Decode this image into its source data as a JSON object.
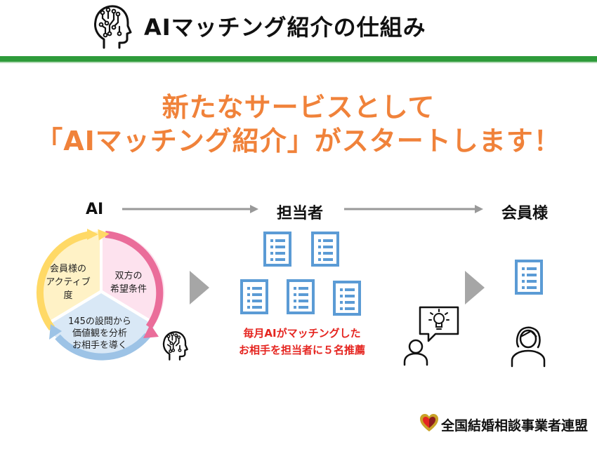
{
  "header": {
    "title": "AIマッチング紹介の仕組み",
    "brain_icon": "brain-circuit-icon"
  },
  "headline": {
    "line1": "新たなサービスとして",
    "line2": "「AIマッチング紹介」がスタートします！"
  },
  "flow": {
    "ai_label": "AI",
    "staff_label": "担当者",
    "member_label": "会員様"
  },
  "cycle": {
    "activity_line1": "会員様の",
    "activity_line2": "アクティブ",
    "activity_line3": "度",
    "conditions_line1": "双方の",
    "conditions_line2": "希望条件",
    "analysis_line1": "145の設問から",
    "analysis_line2": "価値観を分析",
    "analysis_line3": "お相手を導く"
  },
  "recommend": {
    "line1": "毎月AIがマッチングした",
    "line2": "お相手を担当者に５名推薦"
  },
  "footer": {
    "org_name": "全国結婚相談事業者連盟"
  },
  "colors": {
    "accent_orange": "#f0823a",
    "header_green": "#2e9b3a",
    "doc_blue": "#5b9bd5",
    "recommend_red": "#e52520",
    "cycle_yellow": "#ffd966",
    "cycle_pink": "#ea6d9a",
    "cycle_blue": "#9dc3e6"
  }
}
